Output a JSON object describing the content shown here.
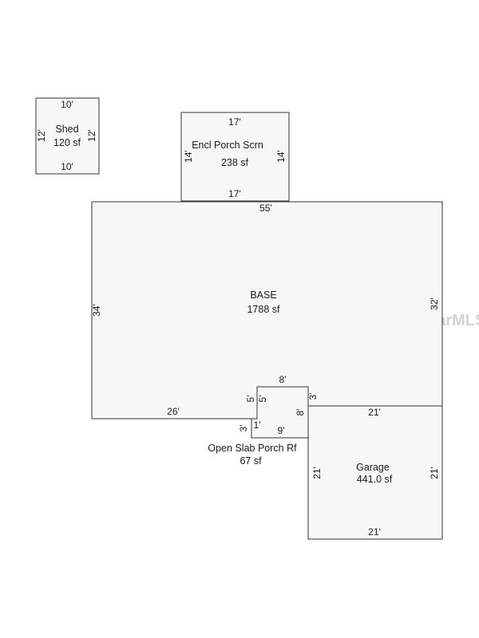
{
  "watermark": "StellarMLS",
  "shed": {
    "name": "Shed",
    "area": "120 sf",
    "dim_top": "10'",
    "dim_bottom": "10'",
    "dim_left": "12'",
    "dim_right": "12'"
  },
  "porch_screen": {
    "name": "Encl Porch Scrn",
    "area": "238 sf",
    "dim_top": "17'",
    "dim_bottom": "17'",
    "dim_left": "14'",
    "dim_right": "14'"
  },
  "base": {
    "name": "BASE",
    "area": "1788 sf",
    "dim_top": "55'",
    "dim_left": "34'",
    "dim_right": "32'",
    "dim_bottom_left": "26'",
    "dim_notch_top": "8'",
    "dim_notch_left_outer": "5'",
    "dim_notch_left_inner": "5'",
    "dim_notch_right": "3'"
  },
  "open_porch": {
    "name": "Open Slab Porch Rf",
    "area": "67 sf",
    "dim_left": "3'",
    "dim_step": "1'",
    "dim_bottom": "9'",
    "dim_right": "8'"
  },
  "garage": {
    "name": "Garage",
    "area": "441.0 sf",
    "dim_top": "21'",
    "dim_bottom": "21'",
    "dim_left": "21'",
    "dim_right": "21'"
  }
}
